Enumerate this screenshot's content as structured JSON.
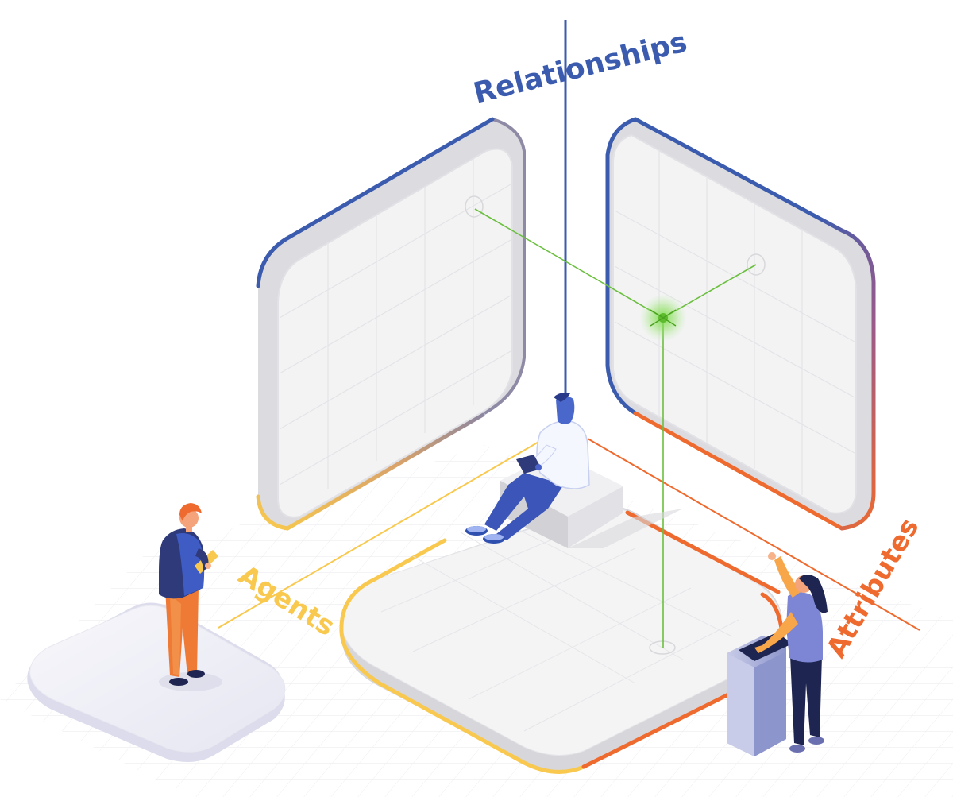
{
  "labels": {
    "relationships": "Relationships",
    "agents": "Agents",
    "attributes": "Attributes"
  },
  "colors": {
    "blue": "#3B5BAE",
    "orange": "#EE6A2E",
    "yellow": "#F8C94E",
    "green": "#6BCB3F",
    "panel": "#F2F2F3",
    "panel_side": "#D9D9DC",
    "grid": "#E6E6EA"
  },
  "figures": [
    {
      "name": "person-with-clipboard",
      "description_icon": "person-icon"
    },
    {
      "name": "person-with-tablet",
      "description_icon": "person-icon"
    },
    {
      "name": "person-at-lectern",
      "description_icon": "person-icon"
    }
  ]
}
